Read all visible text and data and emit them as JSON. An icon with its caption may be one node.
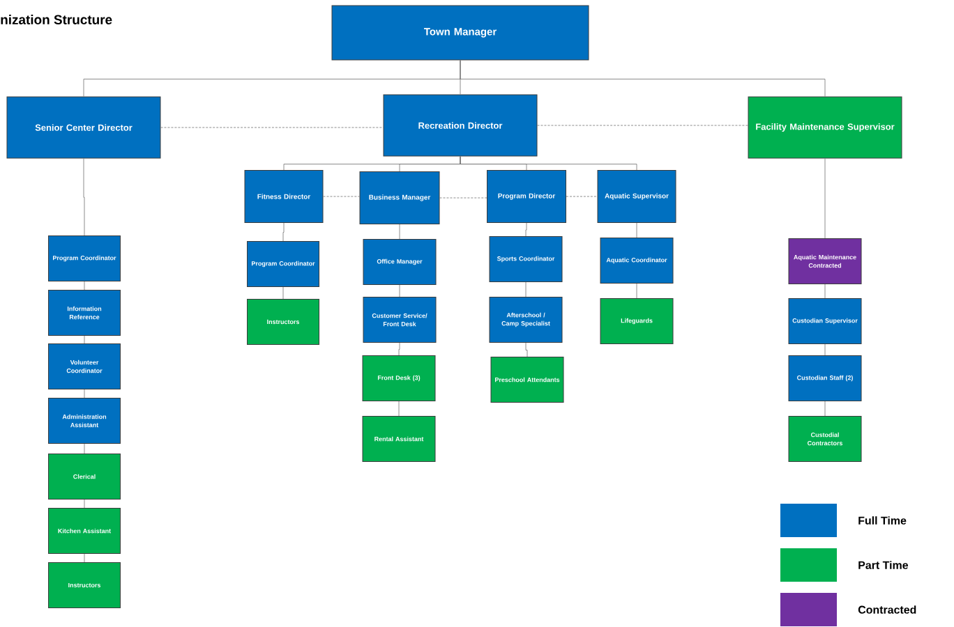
{
  "diagram": {
    "title": "nization Structure",
    "nodes": [
      {
        "text": [
          "Town Manager"
        ]
      },
      {
        "text": [
          "Senior Center Director"
        ]
      },
      {
        "text": [
          "Recreation Director"
        ]
      },
      {
        "text": [
          "Facility Maintenance Supervisor"
        ]
      },
      {
        "text": [
          "Program Coordinator"
        ]
      },
      {
        "text": [
          "Information Reference"
        ]
      },
      {
        "text": [
          "Volunteer Coordinator"
        ]
      },
      {
        "text": [
          "Administration Assistant"
        ]
      },
      {
        "text": [
          "Clerical"
        ]
      },
      {
        "text": [
          "Kitchen Assistant"
        ]
      },
      {
        "text": [
          "Instructors"
        ]
      },
      {
        "text": [
          "Fitness Director"
        ]
      },
      {
        "text": [
          "Business Manager"
        ]
      },
      {
        "text": [
          "Program Director"
        ]
      },
      {
        "text": [
          "Aquatic Supervisor"
        ]
      },
      {
        "text": [
          "Program Coordinator"
        ]
      },
      {
        "text": [
          "Instructors"
        ]
      },
      {
        "text": [
          "Office Manager"
        ]
      },
      {
        "text": [
          "Customer Service/ Front Desk"
        ]
      },
      {
        "text": [
          "Front Desk (3)"
        ]
      },
      {
        "text": [
          "Rental Assistant"
        ]
      },
      {
        "text": [
          "Sports Coordinator"
        ]
      },
      {
        "text": [
          "Afterschool / Camp Specialist"
        ]
      },
      {
        "text": [
          "Preschool Attendants"
        ]
      },
      {
        "text": [
          "Aquatic Coordinator"
        ]
      },
      {
        "text": [
          "Lifeguards"
        ]
      },
      {
        "text": [
          "Aquatic Maintenance Contracted"
        ]
      },
      {
        "text": [
          "Custodian Supervisor"
        ]
      },
      {
        "text": [
          "Custodian Staff (2)"
        ]
      },
      {
        "text": [
          "Custodial Contractors"
        ]
      }
    ],
    "edges": [
      {
        "from": 0,
        "to": 1,
        "arrow": "none"
      },
      {
        "from": 0,
        "to": 2,
        "arrow": "none"
      },
      {
        "from": 0,
        "to": 3,
        "arrow": "none"
      },
      {
        "from": 1,
        "to": 2,
        "arrow": "none",
        "style": "dashed"
      },
      {
        "from": 2,
        "to": 3,
        "arrow": "none",
        "style": "dashed"
      },
      {
        "from": 1,
        "to": 4,
        "arrow": "none"
      },
      {
        "from": 4,
        "to": 5,
        "arrow": "none"
      },
      {
        "from": 5,
        "to": 6,
        "arrow": "none"
      },
      {
        "from": 6,
        "to": 7,
        "arrow": "none"
      },
      {
        "from": 7,
        "to": 8,
        "arrow": "none"
      },
      {
        "from": 8,
        "to": 9,
        "arrow": "none"
      },
      {
        "from": 9,
        "to": 10,
        "arrow": "none"
      },
      {
        "from": 2,
        "to": 11,
        "arrow": "none"
      },
      {
        "from": 2,
        "to": 12,
        "arrow": "none"
      },
      {
        "from": 2,
        "to": 13,
        "arrow": "none"
      },
      {
        "from": 2,
        "to": 14,
        "arrow": "none"
      },
      {
        "from": 11,
        "to": 12,
        "arrow": "none",
        "style": "dashed"
      },
      {
        "from": 12,
        "to": 13,
        "arrow": "none",
        "style": "dashed"
      },
      {
        "from": 13,
        "to": 14,
        "arrow": "none",
        "style": "dashed"
      },
      {
        "from": 11,
        "to": 15,
        "arrow": "none"
      },
      {
        "from": 15,
        "to": 16,
        "arrow": "none"
      },
      {
        "from": 12,
        "to": 17,
        "arrow": "none"
      },
      {
        "from": 17,
        "to": 18,
        "arrow": "none"
      },
      {
        "from": 18,
        "to": 19,
        "arrow": "none"
      },
      {
        "from": 19,
        "to": 20,
        "arrow": "none"
      },
      {
        "from": 13,
        "to": 21,
        "arrow": "none"
      },
      {
        "from": 21,
        "to": 22,
        "arrow": "none"
      },
      {
        "from": 22,
        "to": 23,
        "arrow": "none"
      },
      {
        "from": 14,
        "to": 24,
        "arrow": "none"
      },
      {
        "from": 24,
        "to": 25,
        "arrow": "none"
      },
      {
        "from": 3,
        "to": 26,
        "arrow": "none"
      },
      {
        "from": 26,
        "to": 27,
        "arrow": "none"
      },
      {
        "from": 27,
        "to": 28,
        "arrow": "none"
      },
      {
        "from": 28,
        "to": 29,
        "arrow": "none"
      }
    ],
    "legend": [
      {
        "text": "Full Time",
        "color": "#0070c0"
      },
      {
        "text": "Part Time",
        "color": "#00b050"
      },
      {
        "text": "Contracted",
        "color": "#7030a0"
      }
    ]
  }
}
